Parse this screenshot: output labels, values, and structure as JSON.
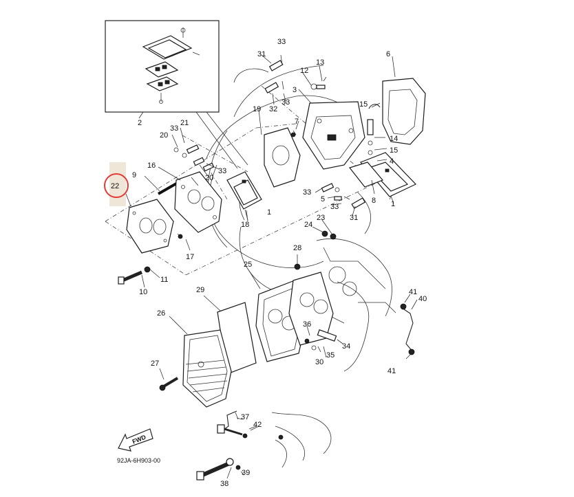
{
  "diagram_code": "92JA-6H903-00",
  "fwd_label": "FWD",
  "highlight": {
    "label": "22",
    "color": "#e53935",
    "fill": "#efe6d8"
  },
  "labels": {
    "l1": "1",
    "l1b": "1",
    "l2": "2",
    "l3": "3",
    "l4": "4",
    "l5": "5",
    "l6": "6",
    "l7": "7",
    "l8": "8",
    "l9": "9",
    "l10": "10",
    "l11": "11",
    "l12": "12",
    "l13": "13",
    "l14": "14",
    "l15a": "15",
    "l15b": "15",
    "l16": "16",
    "l17": "17",
    "l18": "18",
    "l19": "19",
    "l20a": "20",
    "l20b": "20",
    "l21": "21",
    "l23": "23",
    "l24": "24",
    "l25": "25",
    "l26": "26",
    "l27": "27",
    "l28": "28",
    "l29": "29",
    "l30": "30",
    "l31a": "31",
    "l31b": "31",
    "l32": "32",
    "l33a": "33",
    "l33b": "33",
    "l33c": "33",
    "l33d": "33",
    "l33e": "33",
    "l33f": "33",
    "l34": "34",
    "l35": "35",
    "l36": "36",
    "l37": "37",
    "l38": "38",
    "l39": "39",
    "l40": "40",
    "l41a": "41",
    "l41b": "41",
    "l42": "42"
  }
}
